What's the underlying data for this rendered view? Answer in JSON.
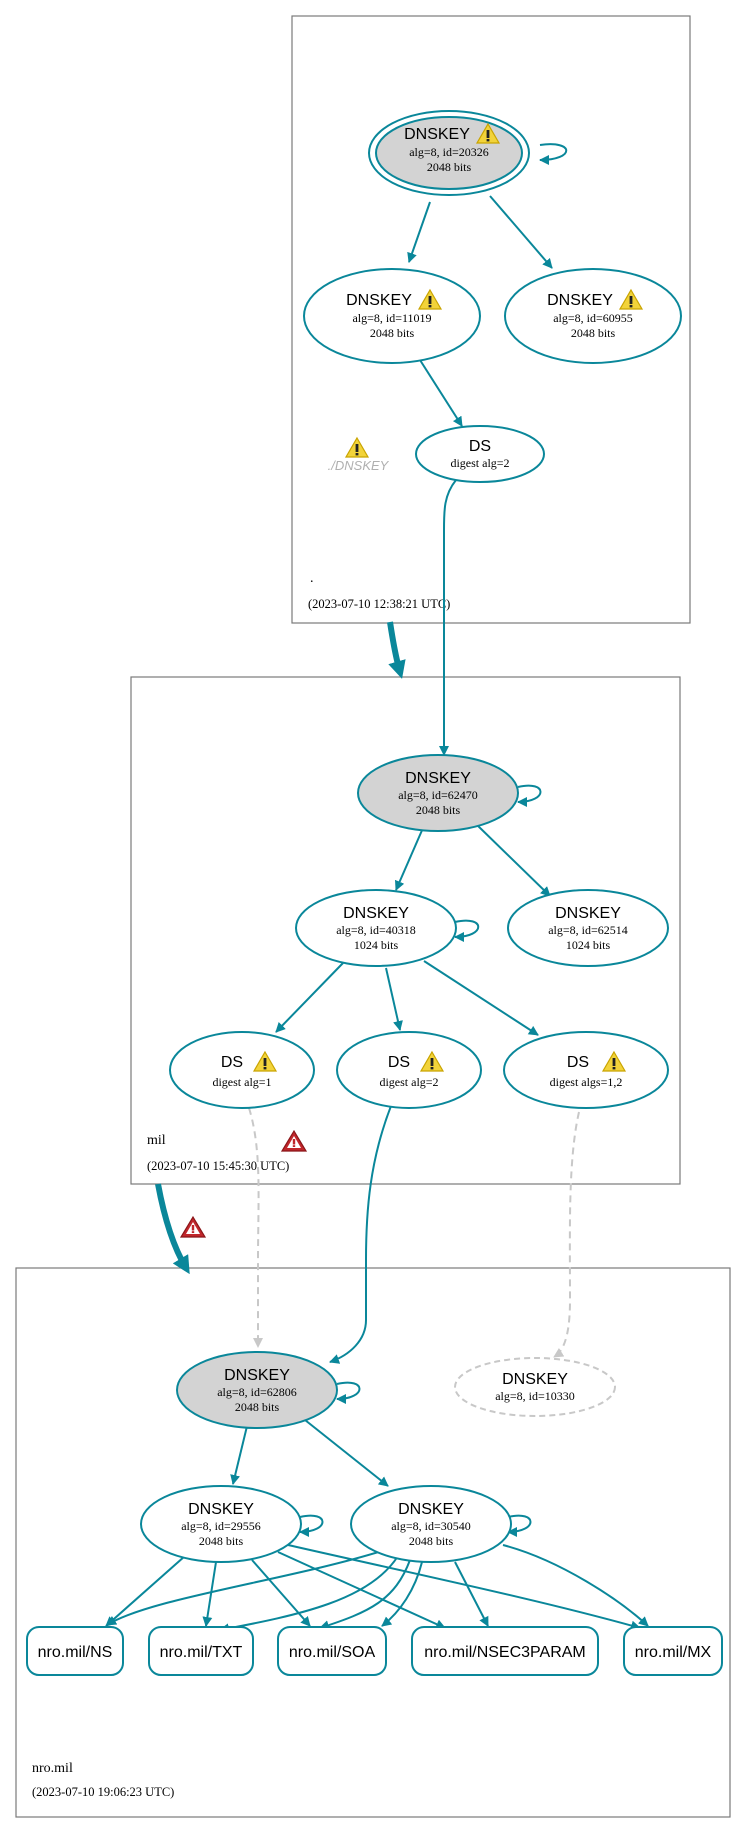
{
  "colors": {
    "edge": "#0a879a",
    "ksk_fill": "#d3d3d3",
    "warning_fill": "#f2d33a",
    "error_fill": "#c0262b",
    "dashed": "#c8c8c8"
  },
  "zones": {
    "root": {
      "name": ".",
      "timestamp": "(2023-07-10 12:38:21 UTC)"
    },
    "mil": {
      "name": "mil",
      "timestamp": "(2023-07-10 15:45:30 UTC)"
    },
    "nro": {
      "name": "nro.mil",
      "timestamp": "(2023-07-10 19:06:23 UTC)"
    }
  },
  "nodes": {
    "root_ksk": {
      "title": "DNSKEY",
      "l1": "alg=8, id=20326",
      "l2": "2048 bits",
      "icon": "warning-icon"
    },
    "root_zsk1": {
      "title": "DNSKEY",
      "l1": "alg=8, id=11019",
      "l2": "2048 bits",
      "icon": "warning-icon"
    },
    "root_zsk2": {
      "title": "DNSKEY",
      "l1": "alg=8, id=60955",
      "l2": "2048 bits",
      "icon": "warning-icon"
    },
    "root_ds": {
      "title": "DS",
      "l1": "digest alg=2"
    },
    "root_ghost": {
      "label": "./DNSKEY",
      "icon": "warning-icon"
    },
    "mil_ksk": {
      "title": "DNSKEY",
      "l1": "alg=8, id=62470",
      "l2": "2048 bits"
    },
    "mil_zsk1": {
      "title": "DNSKEY",
      "l1": "alg=8, id=40318",
      "l2": "1024 bits"
    },
    "mil_zsk2": {
      "title": "DNSKEY",
      "l1": "alg=8, id=62514",
      "l2": "1024 bits"
    },
    "mil_ds1": {
      "title": "DS",
      "l1": "digest alg=1",
      "icon": "warning-icon"
    },
    "mil_ds2": {
      "title": "DS",
      "l1": "digest alg=2",
      "icon": "warning-icon"
    },
    "mil_ds3": {
      "title": "DS",
      "l1": "digest algs=1,2",
      "icon": "warning-icon"
    },
    "nro_ksk": {
      "title": "DNSKEY",
      "l1": "alg=8, id=62806",
      "l2": "2048 bits"
    },
    "nro_missing": {
      "title": "DNSKEY",
      "l1": "alg=8, id=10330"
    },
    "nro_zsk1": {
      "title": "DNSKEY",
      "l1": "alg=8, id=29556",
      "l2": "2048 bits"
    },
    "nro_zsk2": {
      "title": "DNSKEY",
      "l1": "alg=8, id=30540",
      "l2": "2048 bits"
    }
  },
  "rrsets": [
    "nro.mil/NS",
    "nro.mil/TXT",
    "nro.mil/SOA",
    "nro.mil/NSEC3PARAM",
    "nro.mil/MX"
  ],
  "icons": {
    "mil_zone": "error-icon",
    "delegation_mil_nro": "error-icon"
  }
}
